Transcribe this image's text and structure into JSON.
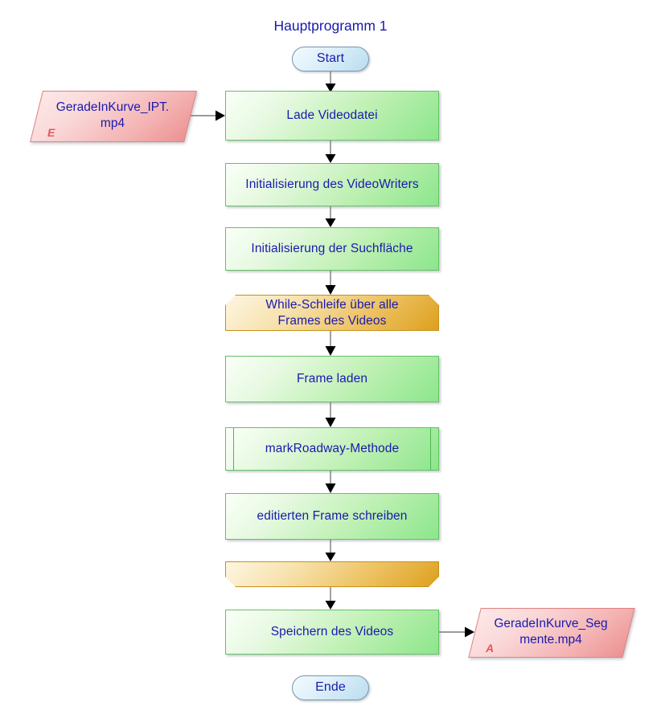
{
  "diagram": {
    "title": "Hauptprogramm 1",
    "accent_colors": {
      "process_fill": "#8ce68c",
      "process_border": "#65c165",
      "loop_fill": "#dda01e",
      "loop_border": "#c8901a",
      "io_fill": "#ec9292",
      "io_border": "#e07f80",
      "terminator_fill": "#bcdcee",
      "terminator_border": "#7696ae",
      "text_color": "#1a1aae",
      "connector_color": "#7a7a7a"
    },
    "nodes": {
      "start": {
        "label": "Start",
        "type": "terminator"
      },
      "input_file": {
        "label": "GeradeInKurve_IPT.\nmp4",
        "marker": "E",
        "type": "data-input"
      },
      "load_video": {
        "label": "Lade Videodatei",
        "type": "process"
      },
      "init_videowriter": {
        "label": "Initialisierung des VideoWriters",
        "type": "process"
      },
      "init_searcharea": {
        "label": "Initialisierung der Suchfläche",
        "type": "process"
      },
      "loop_start": {
        "label": "While-Schleife über alle\nFrames des Videos",
        "type": "loop-start"
      },
      "load_frame": {
        "label": "Frame laden",
        "type": "process"
      },
      "markroadway": {
        "label": "markRoadway-Methode",
        "type": "subroutine"
      },
      "write_frame": {
        "label": "editierten Frame schreiben",
        "type": "process"
      },
      "loop_end": {
        "label": "",
        "type": "loop-end"
      },
      "save_video": {
        "label": "Speichern des Videos",
        "type": "process"
      },
      "output_file": {
        "label": "GeradeInKurve_Seg\nmente.mp4",
        "marker": "A",
        "type": "data-output"
      },
      "end": {
        "label": "Ende",
        "type": "terminator"
      }
    }
  }
}
